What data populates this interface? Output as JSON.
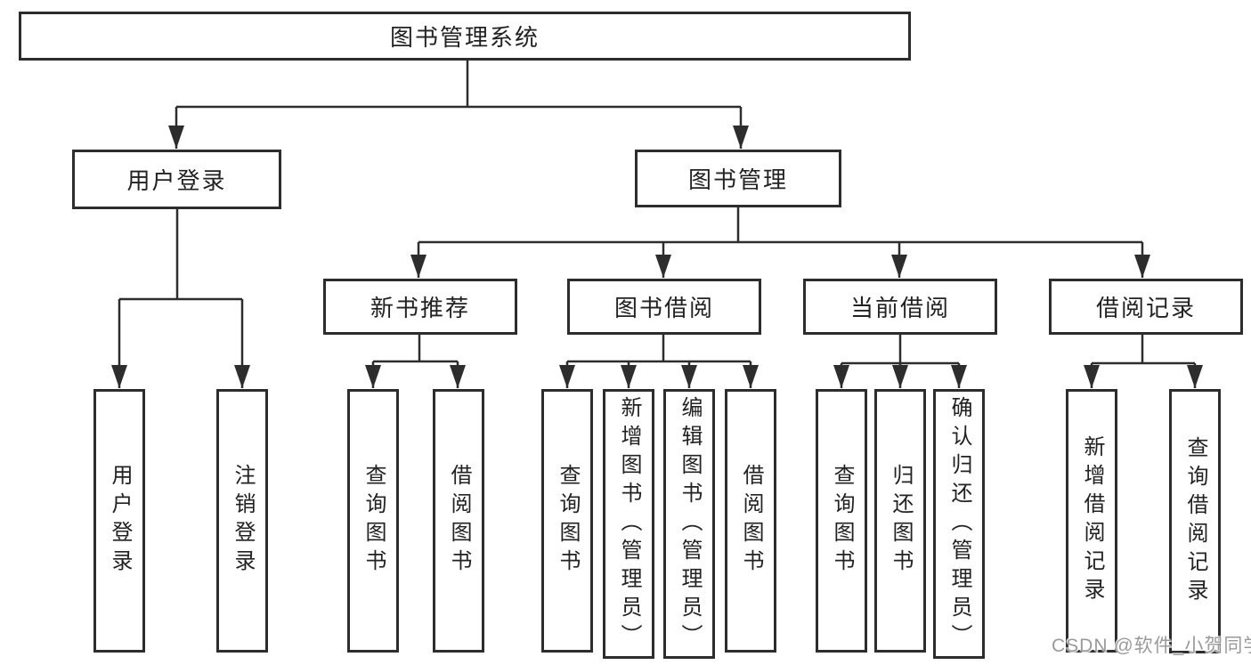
{
  "watermark": "CSDN @软件_小贺同学",
  "colors": {
    "line": "#2d2d2d",
    "box_background": "#ffffff",
    "text": "#222222",
    "watermark": "#9a9a9a"
  },
  "tree": {
    "root": "图书管理系统",
    "children": [
      {
        "label": "用户登录",
        "children": [
          "用户登录",
          "注销登录"
        ]
      },
      {
        "label": "图书管理",
        "children": [
          {
            "label": "新书推荐",
            "children": [
              "查询图书",
              "借阅图书"
            ]
          },
          {
            "label": "图书借阅",
            "children": [
              "查询图书",
              "新增图书（管理员）",
              "编辑图书（管理员）",
              "借阅图书"
            ]
          },
          {
            "label": "当前借阅",
            "children": [
              "查询图书",
              "归还图书",
              "确认归还（管理员）"
            ]
          },
          {
            "label": "借阅记录",
            "children": [
              "新增借阅记录",
              "查询借阅记录"
            ]
          }
        ]
      }
    ]
  }
}
